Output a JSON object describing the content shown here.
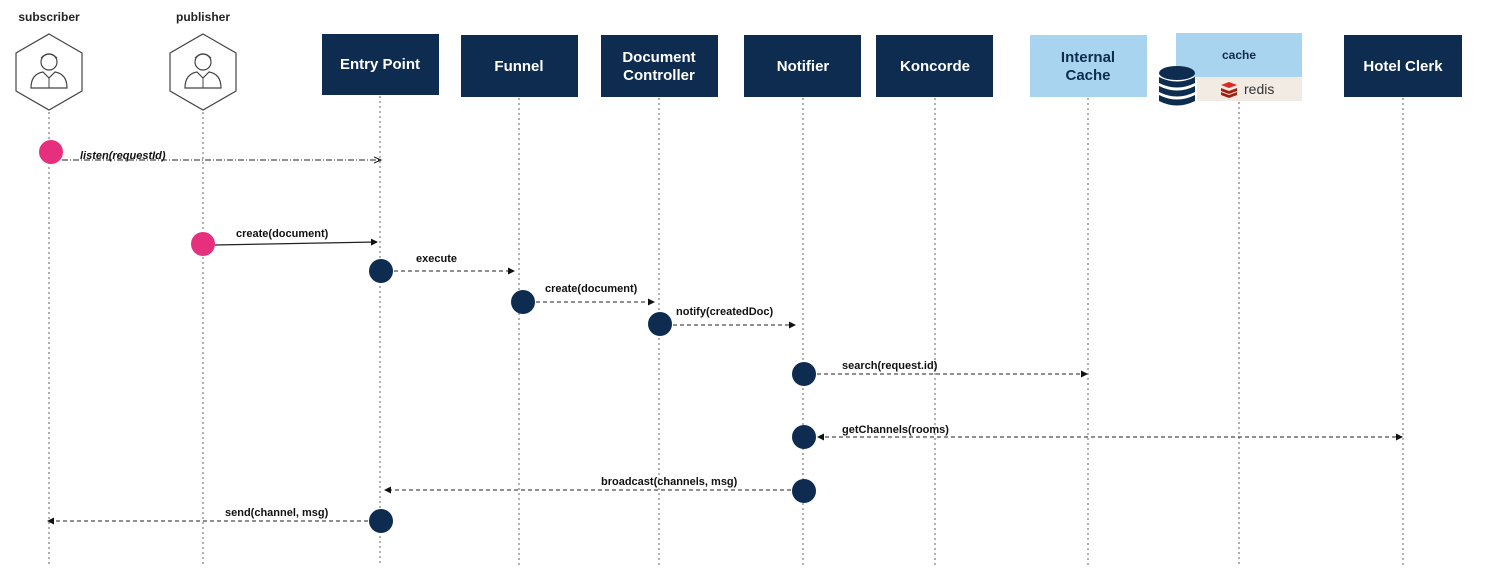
{
  "actors": [
    {
      "id": "subscriber",
      "label": "subscriber",
      "icon": "user-icon"
    },
    {
      "id": "publisher",
      "label": "publisher",
      "icon": "user-icon"
    }
  ],
  "participants": [
    {
      "id": "entry-point",
      "lines": [
        "Entry Point"
      ],
      "style": "dark"
    },
    {
      "id": "funnel",
      "lines": [
        "Funnel"
      ],
      "style": "dark"
    },
    {
      "id": "document-controller",
      "lines": [
        "Document",
        "Controller"
      ],
      "style": "dark"
    },
    {
      "id": "notifier",
      "lines": [
        "Notifier"
      ],
      "style": "dark"
    },
    {
      "id": "koncorde",
      "lines": [
        "Koncorde"
      ],
      "style": "dark"
    },
    {
      "id": "internal-cache",
      "lines": [
        "Internal",
        "Cache"
      ],
      "style": "light"
    },
    {
      "id": "cache",
      "lines": [
        "cache"
      ],
      "style": "light",
      "logo": "redis",
      "logo_text": "redis",
      "icon": "database-icon"
    },
    {
      "id": "hotel-clerk",
      "lines": [
        "Hotel Clerk"
      ],
      "style": "dark"
    }
  ],
  "messages": [
    {
      "label": "listen(requestId)",
      "from": "subscriber",
      "to": "entry-point",
      "italic": true,
      "style": "dashdot",
      "start_dot": "pink"
    },
    {
      "label": "create(document)",
      "from": "publisher",
      "to": "entry-point",
      "style": "solid",
      "start_dot": "pink"
    },
    {
      "label": "execute",
      "from": "entry-point",
      "to": "funnel",
      "style": "dashed",
      "start_dot": "navy"
    },
    {
      "label": "create(document)",
      "from": "funnel",
      "to": "document-controller",
      "style": "dashed",
      "start_dot": "navy"
    },
    {
      "label": "notify(createdDoc)",
      "from": "document-controller",
      "to": "notifier",
      "style": "dashed",
      "start_dot": "navy"
    },
    {
      "label": "search(request.id)",
      "from": "notifier",
      "to": "internal-cache",
      "style": "dashed",
      "start_dot": "navy"
    },
    {
      "label": "getChannels(rooms)",
      "from": "notifier",
      "to": "hotel-clerk",
      "style": "dashed",
      "start_dot": "navy",
      "bidirectional": true
    },
    {
      "label": "broadcast(channels, msg)",
      "from": "notifier",
      "to": "entry-point",
      "style": "dashed",
      "start_dot": "navy"
    },
    {
      "label": "send(channel, msg)",
      "from": "entry-point",
      "to": "subscriber",
      "style": "dashed",
      "start_dot": "navy"
    }
  ],
  "colors": {
    "dark_box": "#0d2c4f",
    "light_box": "#a9d4f0",
    "pink_dot": "#e6307e",
    "navy_dot": "#0d2c4f",
    "redis_bg": "#f1ebe4",
    "redis_red": "#d82c20",
    "db_icon": "#0d2c4f"
  }
}
